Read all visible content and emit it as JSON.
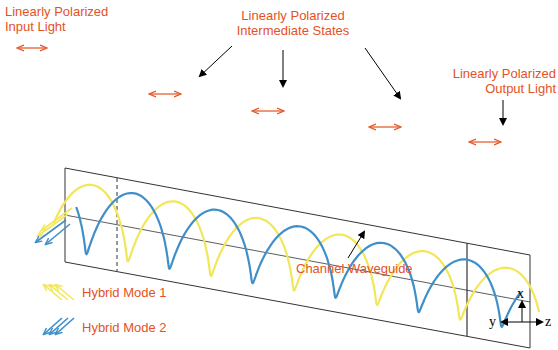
{
  "diagram": {
    "labels": [
      "Linearly Polarized Input Light",
      "Linearly Polarized Intermediate States",
      "Linearly Polarized Output Light",
      "Channel Waveguide",
      "x",
      "y",
      "z"
    ],
    "legend": [
      {
        "text": "Hybrid Mode 1"
      },
      {
        "text": "Hybrid Mode 2"
      }
    ]
  }
}
